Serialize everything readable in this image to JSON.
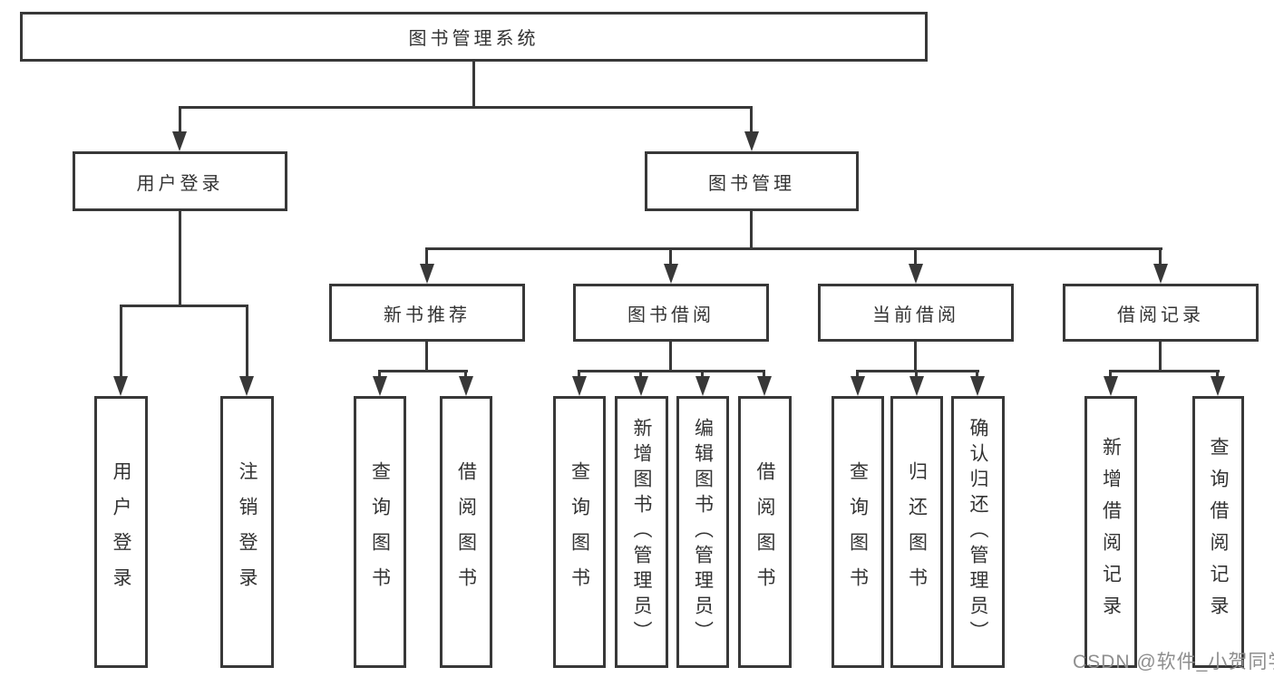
{
  "colors": {
    "line": "#383838",
    "text": "#333333",
    "watermark": "#8e8e8e",
    "background": "#ffffff"
  },
  "tree": {
    "root": {
      "label": "图书管理系统"
    },
    "user_login": {
      "label": "用户登录",
      "children": [
        "用户登录",
        "注销登录"
      ]
    },
    "book_mgmt": {
      "label": "图书管理"
    },
    "new_book_rec": {
      "label": "新书推荐",
      "children": [
        "查询图书",
        "借阅图书"
      ]
    },
    "book_borrow": {
      "label": "图书借阅",
      "children": [
        "查询图书",
        "新增图书（管理员）",
        "编辑图书（管理员）",
        "借阅图书"
      ]
    },
    "current_borrow": {
      "label": "当前借阅",
      "children": [
        "查询图书",
        "归还图书",
        "确认归还（管理员）"
      ]
    },
    "borrow_history": {
      "label": "借阅记录",
      "children": [
        "新增借阅记录",
        "查询借阅记录"
      ]
    }
  },
  "watermark": {
    "text": "CSDN @软件_小贺同学"
  }
}
